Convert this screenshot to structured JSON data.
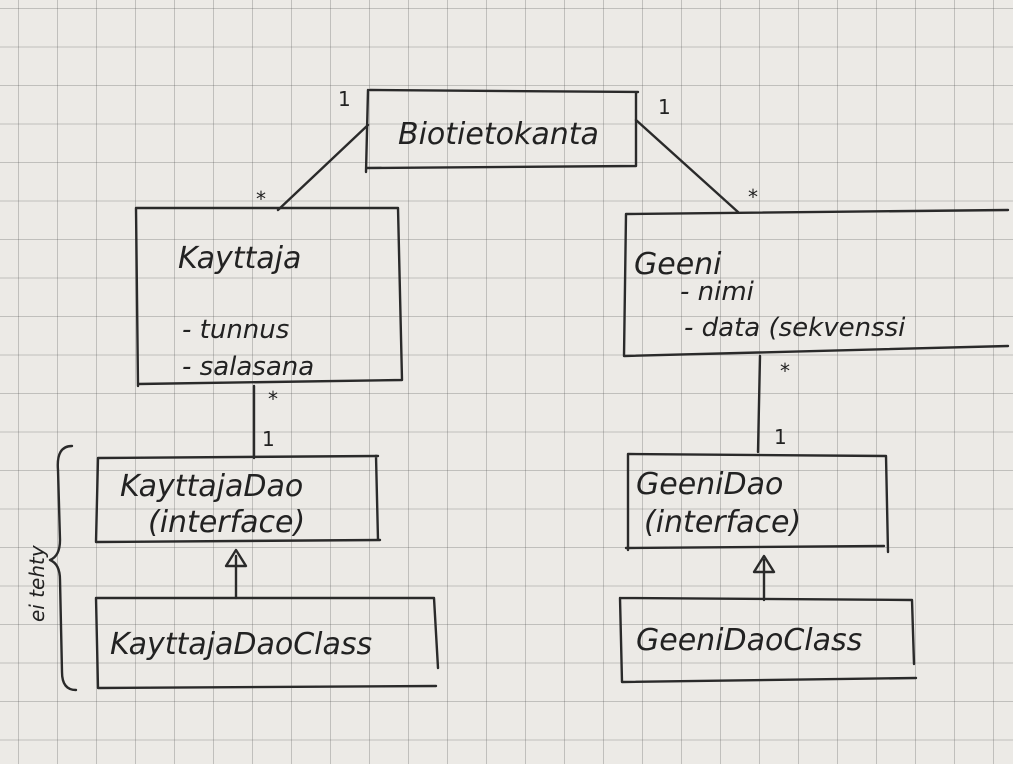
{
  "classes": {
    "biotietokanta": {
      "name": "Biotietokanta"
    },
    "kayttaja": {
      "name": "Kayttaja",
      "attributes": [
        "- tunnus",
        "- salasana"
      ]
    },
    "geeni": {
      "name": "Geeni",
      "attributes": [
        "- nimi",
        "- data (sekvenssi"
      ]
    },
    "kayttaja_dao": {
      "name": "KayttajaDao",
      "subtitle": "(interface)"
    },
    "geeni_dao": {
      "name": "GeeniDao",
      "subtitle": "(interface)"
    },
    "kayttaja_dao_class": {
      "name": "KayttajaDaoClass"
    },
    "geeni_dao_class": {
      "name": "GeeniDaoClass"
    }
  },
  "multiplicities": {
    "bio_kayttaja_one": "1",
    "bio_kayttaja_many": "*",
    "bio_geeni_one": "1",
    "bio_geeni_many": "*",
    "kayttaja_dao_many": "*",
    "kayttaja_dao_one": "1",
    "geeni_dao_many": "*",
    "geeni_dao_one": "1"
  },
  "side_note": "ei tehty"
}
